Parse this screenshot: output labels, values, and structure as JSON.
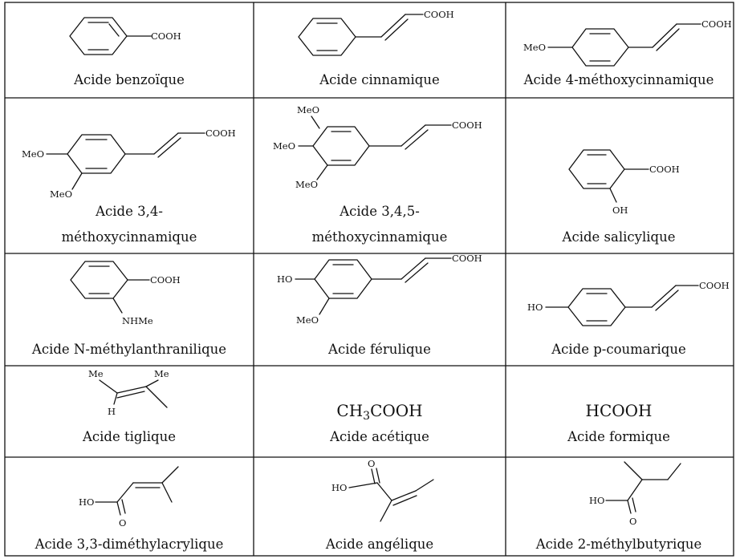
{
  "compounds": [
    {
      "name": "Acide benzoïque",
      "groups": [
        "COOH"
      ]
    },
    {
      "name": "Acide cinnamique",
      "groups": [
        "COOH"
      ]
    },
    {
      "name": "Acide 4-méthoxycinnamique",
      "groups": [
        "MeO",
        "COOH"
      ]
    },
    {
      "name_line1": "Acide 3,4-",
      "name_line2": "méthoxycinnamique",
      "groups": [
        "MeO",
        "MeO",
        "COOH"
      ]
    },
    {
      "name_line1": "Acide 3,4,5-",
      "name_line2": "méthoxycinnamique",
      "groups": [
        "MeO",
        "MeO",
        "MeO",
        "COOH"
      ]
    },
    {
      "name": "Acide salicylique",
      "groups": [
        "COOH",
        "OH"
      ]
    },
    {
      "name": "Acide N-méthylanthranilique",
      "groups": [
        "COOH",
        "NHMe"
      ]
    },
    {
      "name": "Acide férulique",
      "groups": [
        "HO",
        "MeO",
        "COOH"
      ]
    },
    {
      "name": "Acide p-coumarique",
      "groups": [
        "HO",
        "COOH"
      ]
    },
    {
      "name": "Acide tiglique",
      "groups": [
        "Me",
        "Me",
        "H"
      ]
    },
    {
      "name": "Acide acétique",
      "formula_main": "CH",
      "formula_sub": "3",
      "formula_rest": "COOH"
    },
    {
      "name": "Acide formique",
      "formula": "HCOOH"
    },
    {
      "name": "Acide 3,3-diméthylacrylique",
      "groups": [
        "HO",
        "O"
      ]
    },
    {
      "name": "Acide angélique",
      "groups": [
        "HO",
        "O"
      ]
    },
    {
      "name": "Acide 2-méthylbutyrique",
      "groups": [
        "HO",
        "O"
      ]
    }
  ]
}
